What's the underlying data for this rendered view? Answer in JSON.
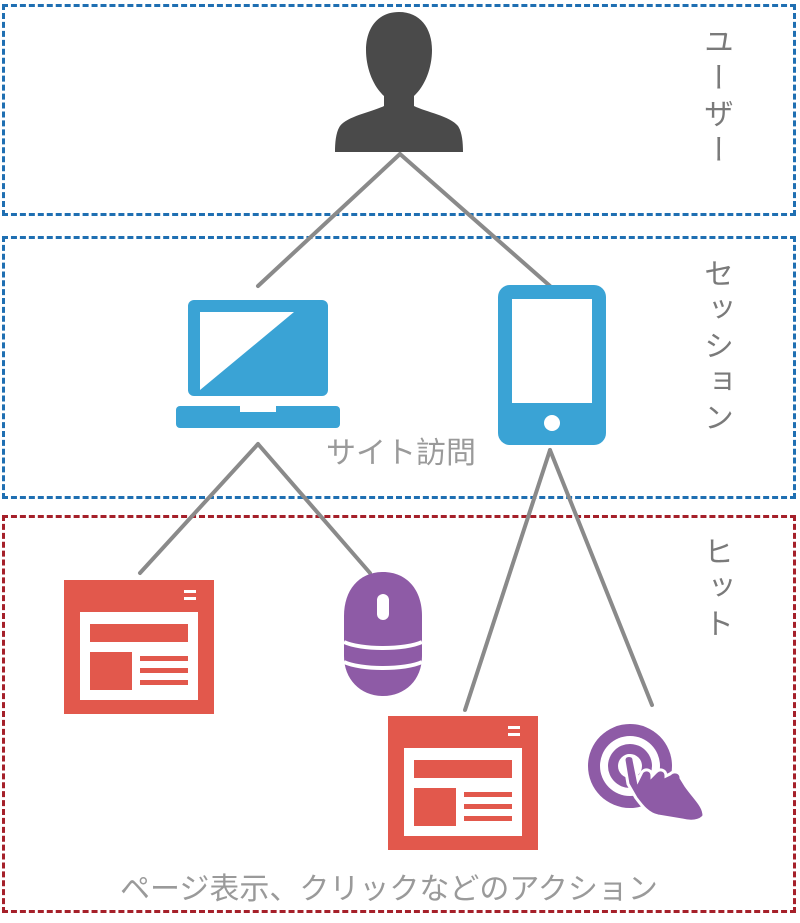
{
  "tiers": {
    "user": {
      "label": "ユーザー",
      "color": "#1f6fb2"
    },
    "session": {
      "label": "セッション",
      "color": "#1f6fb2"
    },
    "hit": {
      "label": "ヒット",
      "color": "#a5202a"
    }
  },
  "captions": {
    "session": "サイト訪問",
    "hit": "ページ表示、クリックなどのアクション"
  },
  "icons": {
    "user": "person-icon",
    "laptop": "laptop-icon",
    "tablet": "tablet-icon",
    "page_a": "webpage-icon",
    "mouse": "mouse-icon",
    "page_b": "webpage-icon",
    "tap": "tap-gesture-icon"
  },
  "colors": {
    "connector": "#8a8a8a",
    "person": "#4a4a4a",
    "device": "#3aa3d5",
    "page": "#e2584c",
    "action": "#8e5ba6"
  }
}
